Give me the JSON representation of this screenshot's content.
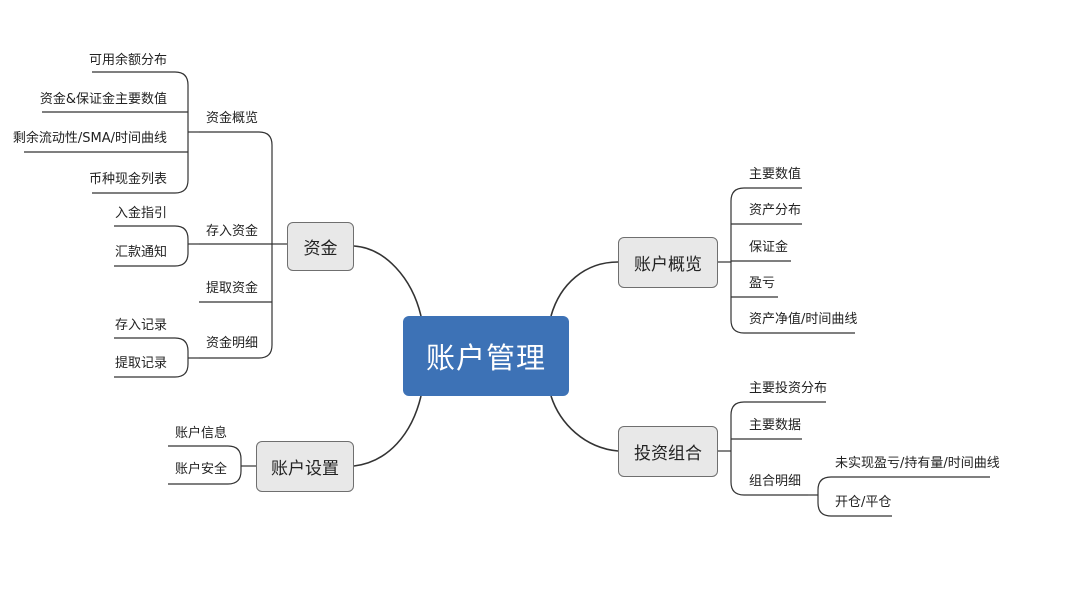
{
  "root": "账户管理",
  "branches": {
    "zijin": {
      "label": "资金",
      "children": [
        {
          "label": "资金概览",
          "children": [
            "可用余额分布",
            "资金&保证金主要数值",
            "剩余流动性/SMA/时间曲线",
            "币种现金列表"
          ]
        },
        {
          "label": "存入资金",
          "children": [
            "入金指引",
            "汇款通知"
          ]
        },
        {
          "label": "提取资金",
          "children": []
        },
        {
          "label": "资金明细",
          "children": [
            "存入记录",
            "提取记录"
          ]
        }
      ]
    },
    "settings": {
      "label": "账户设置",
      "children": [
        "账户信息",
        "账户安全"
      ]
    },
    "overview": {
      "label": "账户概览",
      "children": [
        "主要数值",
        "资产分布",
        "保证金",
        "盈亏",
        "资产净值/时间曲线"
      ]
    },
    "portfolio": {
      "label": "投资组合",
      "children": [
        {
          "label": "主要投资分布",
          "children": []
        },
        {
          "label": "主要数据",
          "children": []
        },
        {
          "label": "组合明细",
          "children": [
            "未实现盈亏/持有量/时间曲线",
            "开仓/平仓"
          ]
        }
      ]
    }
  },
  "colors": {
    "root_fill": "#3d72b6",
    "branch_fill": "#e8e8e8",
    "line": "#333333"
  }
}
